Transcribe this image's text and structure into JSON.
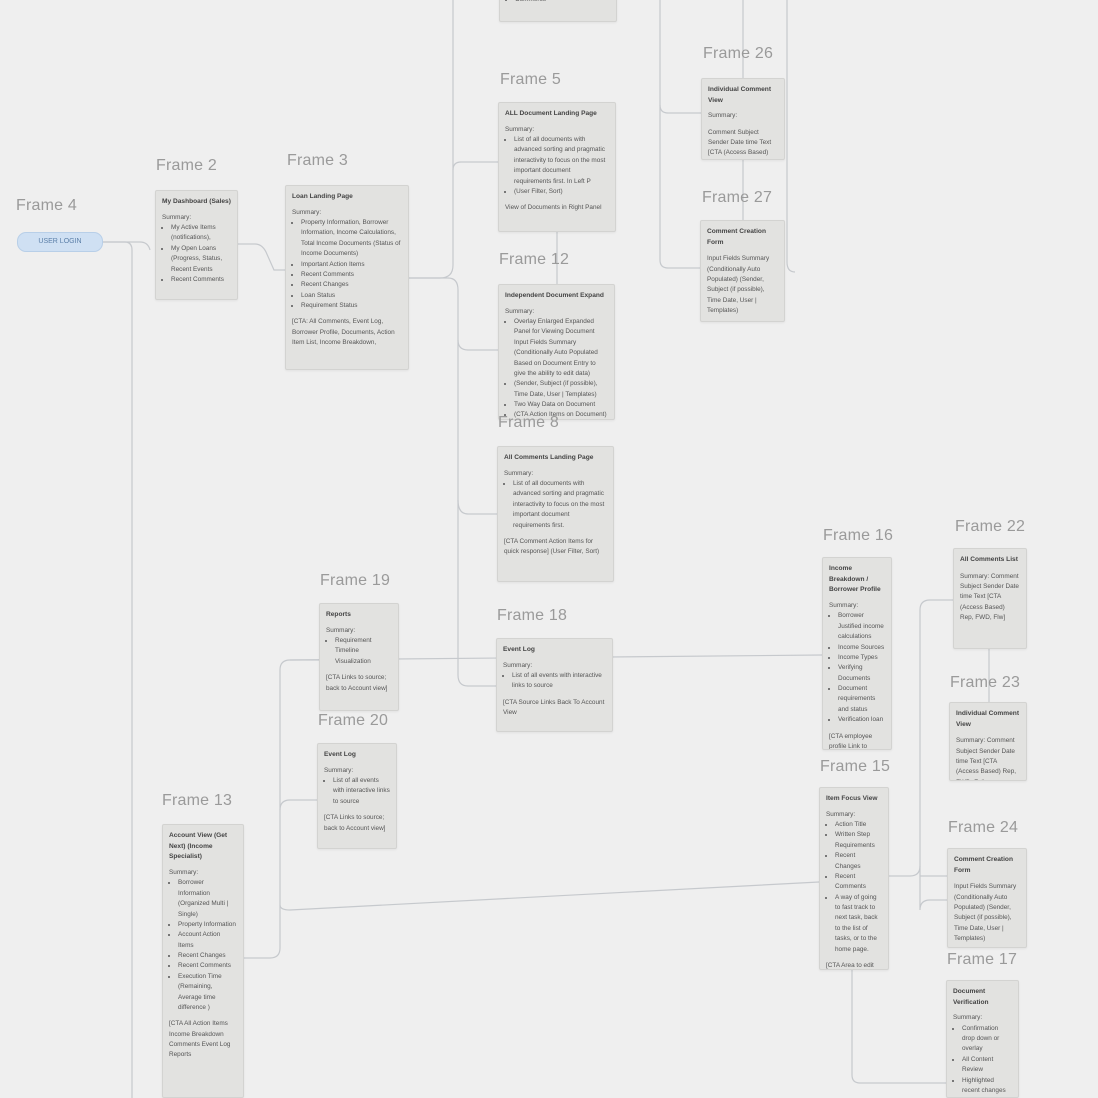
{
  "start": {
    "label": "Frame 4",
    "button": "USER LOGIN"
  },
  "frames": [
    {
      "id": "f2",
      "label": "Frame 2",
      "title": "My Dashboard (Sales)",
      "summary": "Summary:",
      "items": [
        "My Active Items (notifications),",
        "My Open Loans (Progress, Status, Recent Events",
        "Recent Comments"
      ],
      "cta": ""
    },
    {
      "id": "f3",
      "label": "Frame 3",
      "title": "Loan Landing Page",
      "summary": "Summary:",
      "items": [
        "Property Information, Borrower Information, Income Calculations, Total Income Documents (Status of Income Documents)",
        "Important Action Items",
        "Recent Comments",
        "Recent Changes",
        "Loan Status",
        "Requirement Status"
      ],
      "cta": "[CTA: All Comments, Event Log, Borrower Profile, Documents, Action Item List, Income Breakdown,"
    },
    {
      "id": "f5",
      "label": "Frame 5",
      "title": "ALL Document Landing Page",
      "summary": "Summary:",
      "items": [
        "List of all documents with advanced sorting and pragmatic interactivity to focus on the most important document requirements first. In Left P",
        "(User Filter, Sort)"
      ],
      "cta": "View of Documents in Right Panel"
    },
    {
      "id": "f12",
      "label": "Frame 12",
      "title": "Independent Document Expand",
      "summary": "Summary:",
      "items": [
        "Overlay Enlarged Expanded Panel for Viewing Document Input Fields Summary (Conditionally Auto Populated Based on Document Entry to give the ability to edit data)",
        "(Sender, Subject (if possible), Time Date, User | Templates)",
        "Two Way Data on Document",
        "(CTA Action Items on Document)"
      ],
      "cta": ""
    },
    {
      "id": "f8",
      "label": "Frame 8",
      "title": "All Comments Landing Page",
      "summary": "Summary:",
      "items": [
        "List of all documents with advanced sorting and pragmatic interactivity to focus on the most important document requirements first."
      ],
      "cta": "[CTA Comment Action Items for quick response] (User Filter, Sort)"
    },
    {
      "id": "f26",
      "label": "Frame 26",
      "title": "Individual Comment View",
      "summary": "Summary:",
      "items": [],
      "cta": "Comment Subject Sender Date time Text  [CTA (Access Based) Rep, FWD, Follw"
    },
    {
      "id": "f27",
      "label": "Frame 27",
      "title": "Comment Creation Form",
      "summary": "",
      "items": [],
      "cta": "Input Fields Summary (Conditionally Auto Populated) (Sender, Subject (if possible), Time Date, User | Templates)"
    },
    {
      "id": "f19",
      "label": "Frame 19",
      "title": "Reports",
      "summary": "Summary:",
      "items": [
        "Requirement Timeline Visualization"
      ],
      "cta": "[CTA Links to source; back to Account view]"
    },
    {
      "id": "f20",
      "label": "Frame 20",
      "title": "Event Log",
      "summary": "Summary:",
      "items": [
        "List of all events with interactive links to source"
      ],
      "cta": "[CTA Links to source; back to Account view]"
    },
    {
      "id": "f18",
      "label": "Frame 18",
      "title": "Event Log",
      "summary": "Summary:",
      "items": [
        "List of all events with interactive links to source"
      ],
      "cta": "[CTA Source Links Back To Account View"
    },
    {
      "id": "f13",
      "label": "Frame 13",
      "title": "Account View (Get Next) (Income Specialist)",
      "summary": "Summary:",
      "items": [
        "Borrower Information (Organized Multi | Single)",
        "Property Information",
        "Account Action Items",
        "Recent Changes",
        "Recent Comments",
        "Execution Time (Remaining, Average time difference )"
      ],
      "cta": "[CTA All Action Items Income Breakdown Comments Event Log Reports"
    },
    {
      "id": "f16",
      "label": "Frame 16",
      "title": "Income Breakdown / Borrower Profile",
      "summary": "Summary:",
      "items": [
        "Borrower Justified income calculations",
        "Income Sources",
        "Income Types",
        "Verifying Documents",
        "Document requirements and status",
        "Verification loan"
      ],
      "cta": "[CTA employee profile Link to document Back to Account View"
    },
    {
      "id": "f15",
      "label": "Frame 15",
      "title": "Item Focus View",
      "summary": "Summary:",
      "items": [
        "Action Title",
        "Written Step Requirements",
        "Recent Changes",
        "Recent Comments",
        "A way of going to fast track to next task, back to the list of tasks, or to the home page."
      ],
      "cta": "[CTA Area to edit data, Save, Decline, Override Data, Verify, Comments"
    },
    {
      "id": "f22",
      "label": "Frame 22",
      "title": "All Comments List",
      "summary": "",
      "items": [],
      "cta": "Summary: Comment Subject Sender Date time Text  [CTA (Access Based) Rep, FWD, Flw]"
    },
    {
      "id": "f23",
      "label": "Frame 23",
      "title": "Individual Comment View",
      "summary": "",
      "items": [],
      "cta": "Summary: Comment Subject Sender Date time Text  [CTA (Access Based) Rep, FWD, Follw"
    },
    {
      "id": "f24",
      "label": "Frame 24",
      "title": "Comment Creation Form",
      "summary": "",
      "items": [],
      "cta": "Input Fields Summary (Conditionally Auto Populated) (Sender, Subject (if possible), Time Date, User | Templates)"
    },
    {
      "id": "f17",
      "label": "Frame 17",
      "title": "Document Verification",
      "summary": "Summary:",
      "items": [
        "Confirmation drop down or overlay",
        "All Content Review",
        "Highlighted recent changes"
      ],
      "cta": ""
    },
    {
      "id": "ftop1",
      "label": "",
      "title": "",
      "summary": "",
      "items": [
        "Comments"
      ],
      "cta": ""
    }
  ]
}
